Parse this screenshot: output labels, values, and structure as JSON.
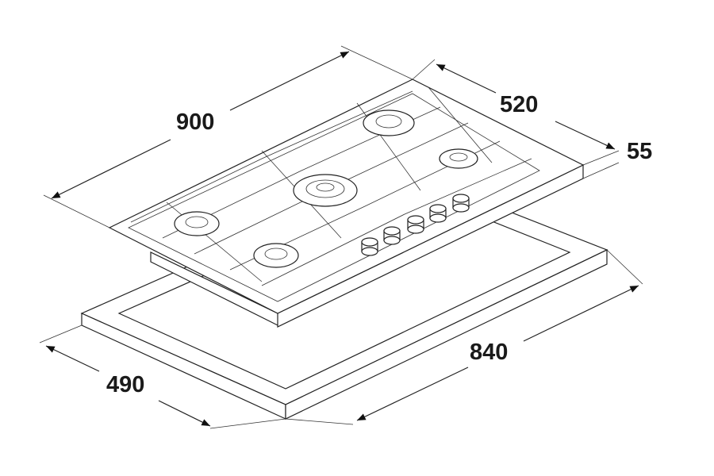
{
  "dimensions": {
    "width": "900",
    "depth": "520",
    "height": "55",
    "cutout_width": "840",
    "cutout_depth": "490"
  },
  "colors": {
    "line": "#222222",
    "background": "#ffffff"
  }
}
